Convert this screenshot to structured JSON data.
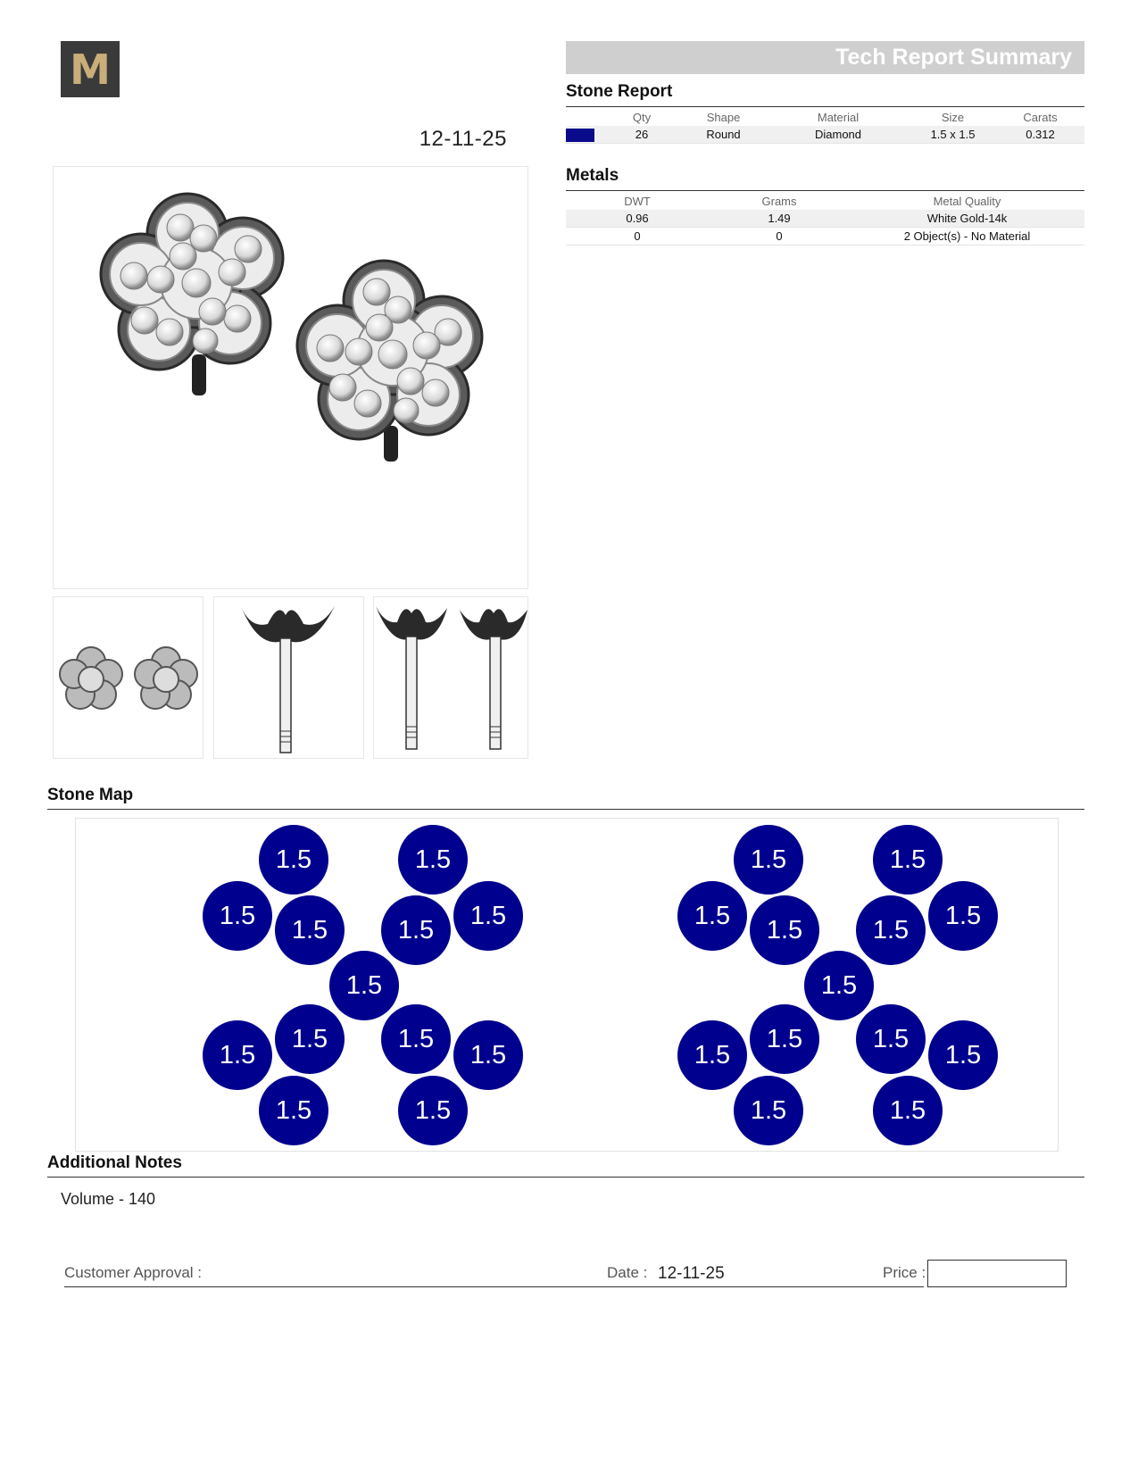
{
  "header": {
    "logo_letter": "M",
    "date": "12-11-25",
    "title": "Tech Report Summary"
  },
  "stone_report": {
    "heading": "Stone Report",
    "columns": [
      "Qty",
      "Shape",
      "Material",
      "Size",
      "Carats"
    ],
    "rows": [
      {
        "color": "#0a0a8c",
        "qty": "26",
        "shape": "Round",
        "material": "Diamond",
        "size": "1.5 x 1.5",
        "carats": "0.312"
      }
    ]
  },
  "metals": {
    "heading": "Metals",
    "columns": [
      "DWT",
      "Grams",
      "Metal Quality"
    ],
    "rows": [
      {
        "dwt": "0.96",
        "grams": "1.49",
        "quality": "White Gold-14k"
      },
      {
        "dwt": "0",
        "grams": "0",
        "quality": "2 Object(s) - No Material"
      }
    ]
  },
  "images": {
    "main": "clover-stud-earrings-render",
    "thumbnails": [
      "top-view",
      "side-view",
      "front-view"
    ]
  },
  "stone_map": {
    "heading": "Stone Map",
    "stone_label": "1.5",
    "stone_color": "#00008e",
    "stones_per_earring": 13,
    "earrings": 2
  },
  "notes": {
    "heading": "Additional Notes",
    "text": "Volume - 140"
  },
  "approval": {
    "customer_label": "Customer Approval :",
    "date_label": "Date :",
    "date_value": "12-11-25",
    "price_label": "Price :",
    "price_value": ""
  }
}
